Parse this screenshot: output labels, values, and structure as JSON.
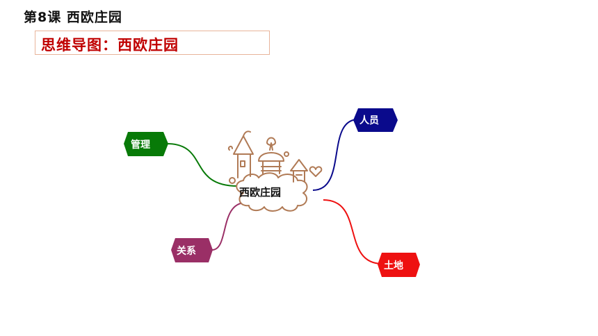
{
  "header": {
    "lesson_title": "第8课 西欧庄园",
    "map_title": "思维导图：西欧庄园"
  },
  "mindmap": {
    "center": {
      "label": "西欧庄园",
      "icon": "castle-cloud-icon",
      "color": "#b07a55"
    },
    "branches": [
      {
        "id": "renyuan",
        "label": "人员",
        "color": "#0a0a8c"
      },
      {
        "id": "guanli",
        "label": "管理",
        "color": "#087a08"
      },
      {
        "id": "guanxi",
        "label": "关系",
        "color": "#9a2f66"
      },
      {
        "id": "tudi",
        "label": "土地",
        "color": "#ee1111"
      }
    ]
  }
}
